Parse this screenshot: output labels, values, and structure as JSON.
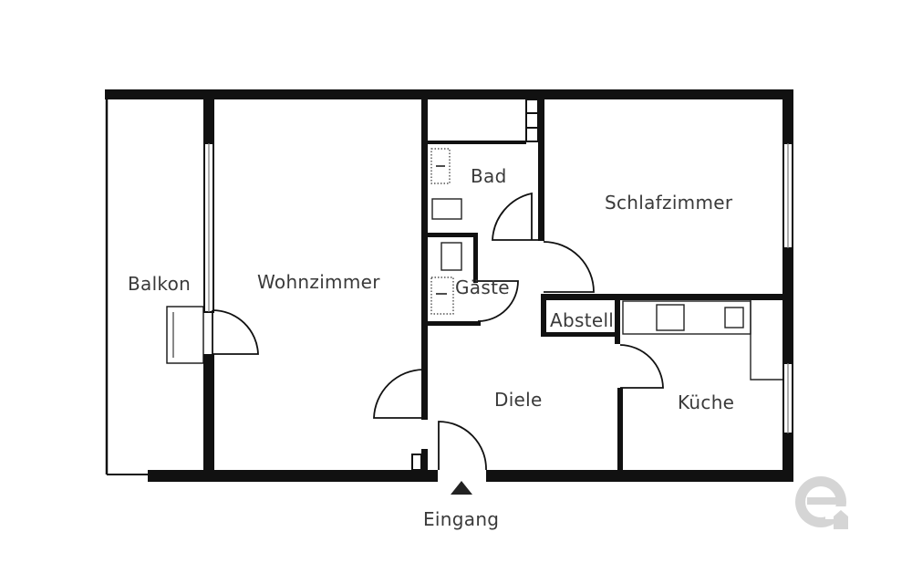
{
  "plan": {
    "rooms": {
      "balkon": "Balkon",
      "wohnzimmer": "Wohnzimmer",
      "bad": "Bad",
      "gaeste": "Gäste",
      "schlafzimmer": "Schlafzimmer",
      "abstell": "Abstell",
      "diele": "Diele",
      "kueche": "Küche"
    },
    "entrance_label": "Eingang",
    "logo_icon": "e-logo-icon"
  }
}
